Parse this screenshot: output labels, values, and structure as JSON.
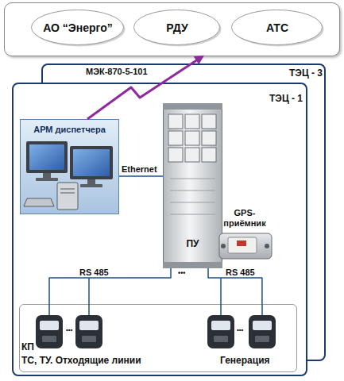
{
  "diagram": {
    "nodes": [
      {
        "text": []
      },
      {
        "text": [
          "АО “Энерго”"
        ],
        "in": 0
      },
      {
        "text": [
          "РДУ"
        ],
        "in": 0
      },
      {
        "text": [
          "АТС"
        ],
        "in": 0
      },
      {
        "text": [
          "ТЭЦ - 3"
        ]
      },
      {
        "text": [
          "ТЭЦ - 1"
        ]
      },
      {
        "text": [
          "АРМ диспетчера"
        ],
        "in": 5
      },
      {
        "text": [
          "ПУ"
        ],
        "in": 5
      },
      {
        "text": [
          "GPS-приёмник"
        ],
        "in": 5
      },
      {
        "text": [
          "КП",
          "ТС, ТУ. Отходящие линии",
          "Генерация"
        ],
        "in": 5
      }
    ],
    "edges": [
      {
        "from": 6,
        "to": 0,
        "arrow": "to",
        "label": "МЭК-870-5-101"
      },
      {
        "from": 6,
        "to": 7,
        "arrow": "none",
        "label": "Ethernet"
      },
      {
        "from": 7,
        "to": 9,
        "arrow": "none",
        "label": "RS 485"
      },
      {
        "from": 7,
        "to": 9,
        "arrow": "none",
        "label": "RS 485"
      }
    ],
    "labels": [
      "•••",
      "•••",
      "•••"
    ]
  }
}
